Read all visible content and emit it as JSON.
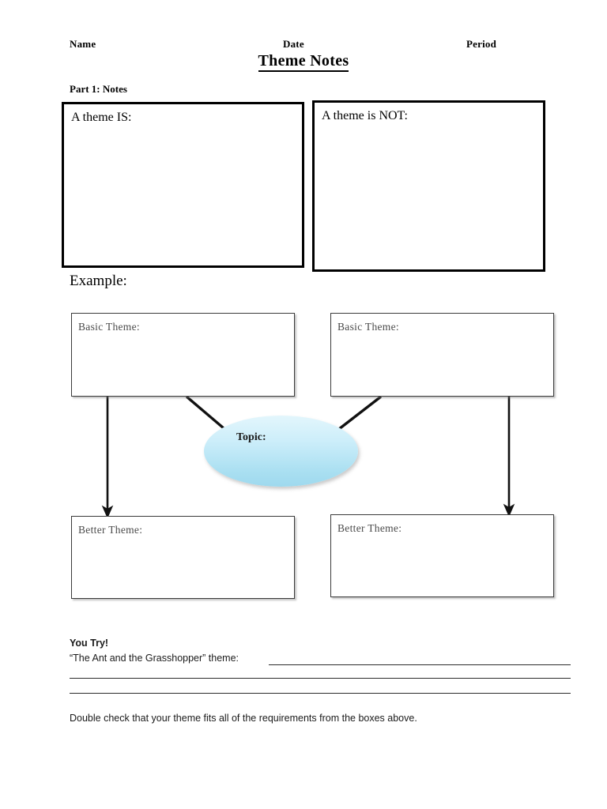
{
  "header": {
    "name_label": "Name",
    "date_label": "Date",
    "period_label": "Period"
  },
  "title": "Theme Notes",
  "part1": {
    "label": "Part 1: Notes",
    "boxes": [
      {
        "label": "A theme IS:",
        "value": ""
      },
      {
        "label": "A theme is NOT:",
        "value": ""
      }
    ]
  },
  "example": {
    "heading": "Example:",
    "basic_boxes": [
      {
        "label": "Basic Theme:",
        "value": ""
      },
      {
        "label": "Basic Theme:",
        "value": ""
      }
    ],
    "topic": {
      "label": "Topic:",
      "value": "",
      "fill_top": "#e3f6fc",
      "fill_bottom": "#9ed9ee"
    },
    "better_boxes": [
      {
        "label": "Better Theme:",
        "value": ""
      },
      {
        "label": "Better Theme:",
        "value": ""
      }
    ]
  },
  "you_try": {
    "heading": "You Try!",
    "prompt": "“The Ant and the Grasshopper” theme:",
    "answer_lines": [
      "",
      "",
      ""
    ],
    "footnote": "Double check that your theme fits all of the requirements from the boxes above."
  },
  "colors": {
    "ink": "#000000",
    "thin_border": "#3b3b3b",
    "muted_text": "#4a4a4a"
  }
}
